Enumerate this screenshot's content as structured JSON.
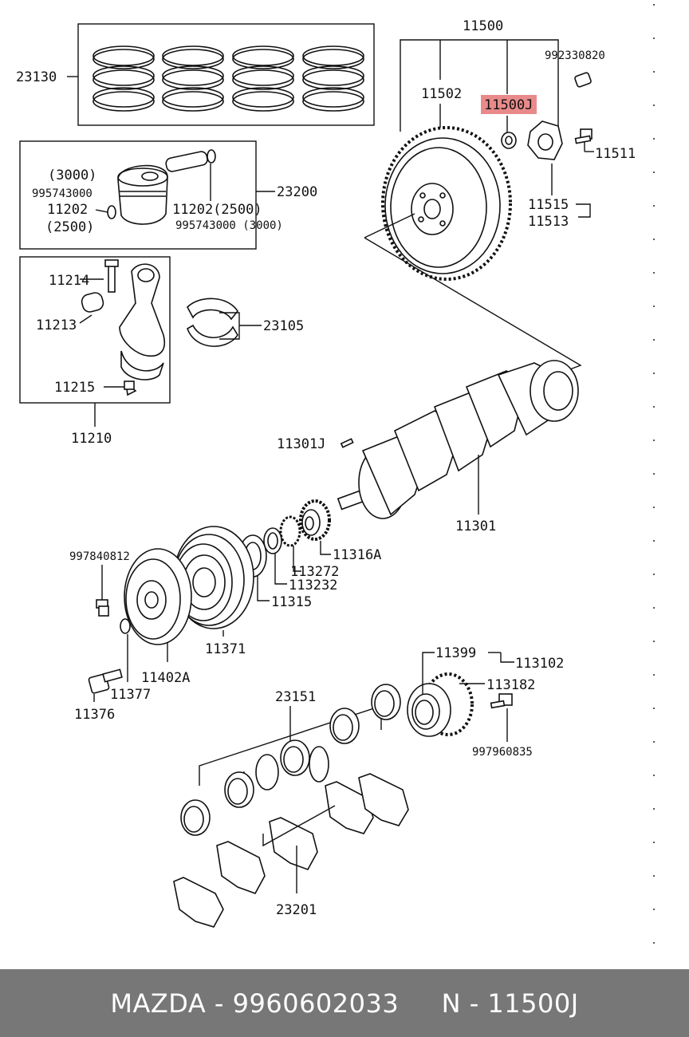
{
  "labels": {
    "l23130": "23130",
    "l23200": "23200",
    "l3000a": "(3000)",
    "l995743000a": "995743000",
    "l11202a": "11202",
    "l2500a": "(2500)",
    "l11202b": "11202(2500)",
    "l995743000b": "995743000 (3000)",
    "l11214": "11214",
    "l11213": "11213",
    "l11215": "11215",
    "l11210": "11210",
    "l23105": "23105",
    "l11500": "11500",
    "l11502": "11502",
    "l11500J": "11500J",
    "l992330820": "992330820",
    "l11511": "11511",
    "l11515": "11515",
    "l11513": "11513",
    "l11301J": "11301J",
    "l11301": "11301",
    "l11316A": "11316A",
    "l113272": "113272",
    "l113232": "113232",
    "l11315": "11315",
    "l997840812": "997840812",
    "l11371": "11371",
    "l11402A": "11402A",
    "l11377": "11377",
    "l11376": "11376",
    "l11399": "11399",
    "l113102": "113102",
    "l113182": "113182",
    "l997960835": "997960835",
    "l23151": "23151",
    "l23201": "23201"
  },
  "highlight": {
    "part": "11500J",
    "color": "#e98a8a"
  },
  "footer": {
    "brand": "MAZDA",
    "part_number": "9960602033",
    "ref": "N - 11500J",
    "text": "MAZDA - 9960602033     N - 11500J"
  }
}
